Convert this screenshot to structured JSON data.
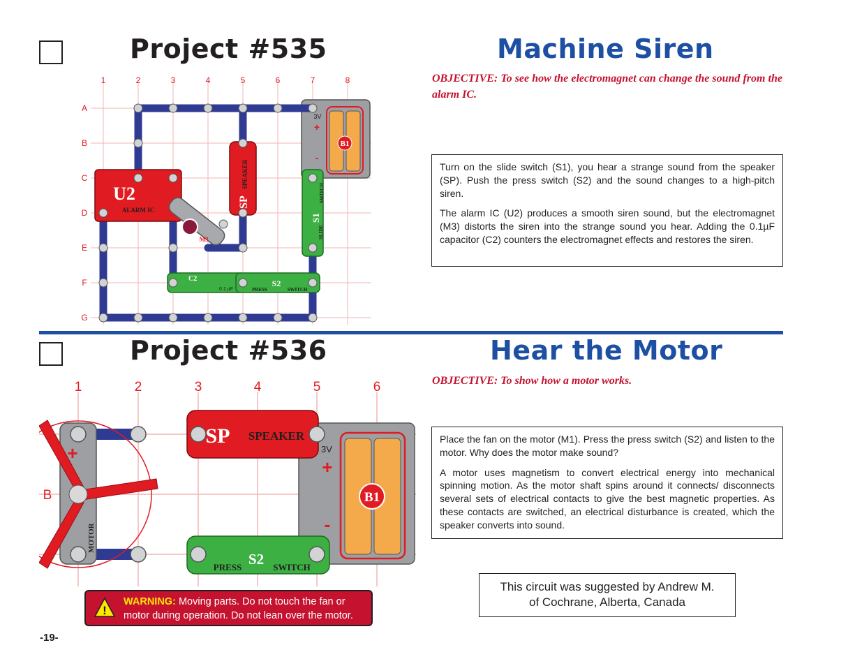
{
  "project535": {
    "title": "Project #535",
    "name": "Machine Siren",
    "objective": "OBJECTIVE:  To see how the electromagnet can change the sound from the alarm IC.",
    "para1": "Turn on the slide switch (S1), you hear a strange sound from the speaker (SP).  Push the press switch (S2) and the sound changes to a high-pitch siren.",
    "para2": "The alarm IC (U2) produces a smooth siren sound, but the electromagnet (M3) distorts the siren into the strange sound you hear.  Adding the 0.1µF capacitor (C2) counters the electromagnet effects and restores the siren.",
    "grid_cols": [
      "1",
      "2",
      "3",
      "4",
      "5",
      "6",
      "7",
      "8"
    ],
    "grid_rows": [
      "A",
      "B",
      "C",
      "D",
      "E",
      "F",
      "G"
    ],
    "parts": {
      "u2_code": "U2",
      "u2_name": "ALARM IC",
      "sp_code": "SP",
      "sp_name": "SPEAKER",
      "s1_code": "S1",
      "s1_name": "SWITCH",
      "s1_sub": "SLIDE",
      "s2_code": "S2",
      "s2_press": "PRESS",
      "s2_switch": "SWITCH",
      "c2_code": "C2",
      "c2_value": "0.1 µF",
      "m3_code": "M3",
      "b1_code": "B1",
      "b1_volt": "3V",
      "b1_plus": "+",
      "b1_minus": "-"
    }
  },
  "project536": {
    "title": "Project #536",
    "name": "Hear the Motor",
    "objective": "OBJECTIVE:  To show how a motor works.",
    "para1": "Place the fan on the motor (M1).  Press the press switch (S2) and listen to the motor.  Why does the motor make sound?",
    "para2": "A motor uses magnetism to convert electrical energy into mechanical spinning motion.  As the motor shaft spins around it connects/ disconnects several sets of electrical contacts to give the best magnetic properties.  As these contacts are switched, an electrical disturbance is created, which the speaker converts into sound.",
    "grid_cols": [
      "1",
      "2",
      "3",
      "4",
      "5",
      "6"
    ],
    "grid_rows": [
      "B"
    ],
    "parts": {
      "sp_code": "SP",
      "sp_name": "SPEAKER",
      "s2_code": "S2",
      "s2_press": "PRESS",
      "s2_switch": "SWITCH",
      "b1_code": "B1",
      "b1_volt": "3V",
      "b1_plus": "+",
      "b1_minus": "-",
      "motor_name": "MOTOR",
      "motor_plus": "+"
    },
    "credit_line1": "This circuit was suggested by Andrew M.",
    "credit_line2": "of Cochrane, Alberta, Canada",
    "warning_label": "WARNING:",
    "warning_text": " Moving parts.  Do not touch the fan or motor during operation. Do not lean over the motor.",
    "warning_symbol": "!"
  },
  "page_number": "-19-",
  "colors": {
    "blue_heading": "#1d4fa3",
    "red_objective": "#c4122f",
    "wire": "#2f3a93",
    "red_part": "#e11b22",
    "green_part": "#3cb043"
  }
}
